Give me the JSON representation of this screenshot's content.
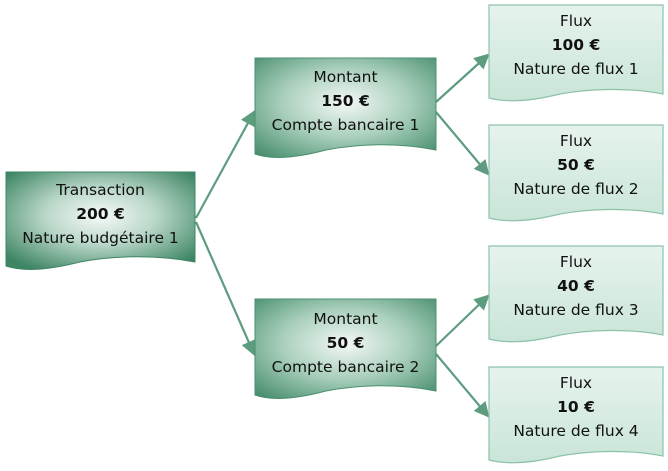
{
  "colors": {
    "edge": "#5e9c80",
    "dark_fill_center": "#f4f8f6",
    "dark_fill_edge": "#3e8564",
    "light_fill": "#d6ece2",
    "light_border": "#8dc2aa"
  },
  "nodes": {
    "transaction": {
      "title": "Transaction",
      "amount": "200 €",
      "label": "Nature budgétaire 1"
    },
    "montant_1": {
      "title": "Montant",
      "amount": "150 €",
      "label": "Compte bancaire 1"
    },
    "montant_2": {
      "title": "Montant",
      "amount": "50 €",
      "label": "Compte bancaire 2"
    },
    "flux_1": {
      "title": "Flux",
      "amount": "100 €",
      "label": "Nature de flux 1"
    },
    "flux_2": {
      "title": "Flux",
      "amount": "50 €",
      "label": "Nature de flux 2"
    },
    "flux_3": {
      "title": "Flux",
      "amount": "40 €",
      "label": "Nature de flux 3"
    },
    "flux_4": {
      "title": "Flux",
      "amount": "10 €",
      "label": "Nature de flux 4"
    }
  }
}
